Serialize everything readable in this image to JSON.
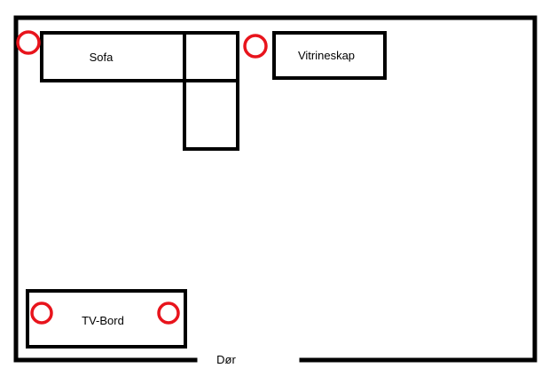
{
  "room": {
    "door_label": "Dør"
  },
  "furniture": {
    "sofa_label": "Sofa",
    "cabinet_label": "Vitrineskap",
    "tv_stand_label": "TV-Bord"
  },
  "colors": {
    "outline": "#000000",
    "marker": "#e8141c",
    "background": "#ffffff"
  }
}
